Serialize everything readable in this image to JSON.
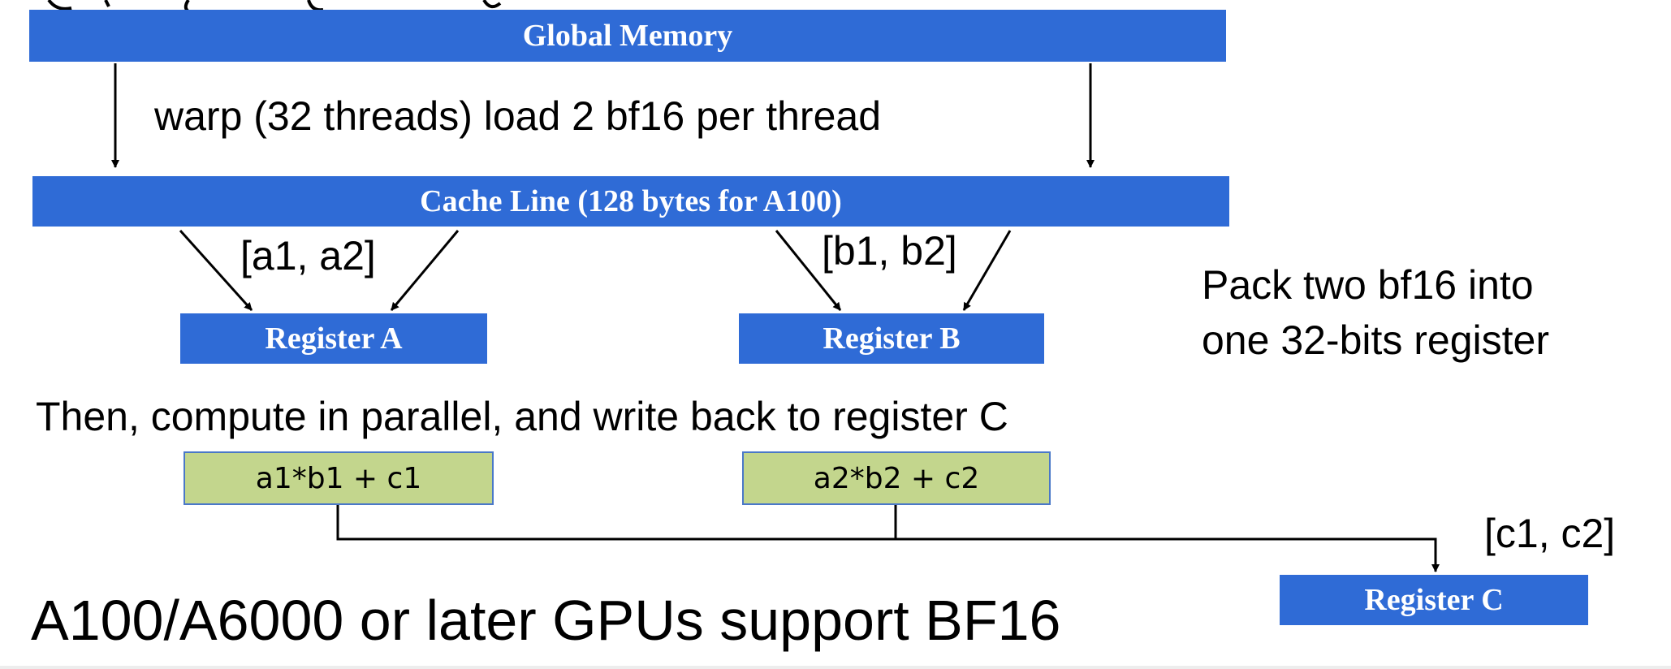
{
  "colors": {
    "bar_blue": "#2f6bd6",
    "op_green": "#c3d68d",
    "op_border": "#4a78c8",
    "arrow": "#000000"
  },
  "global_memory": {
    "label": "Global Memory"
  },
  "load_note": "warp (32 threads) load 2 bf16 per thread",
  "cache_line": {
    "label": "Cache Line (128 bytes for A100)"
  },
  "pair_a": "[a1, a2]",
  "pair_b": "[b1, b2]",
  "register_a": {
    "label": "Register A"
  },
  "register_b": {
    "label": "Register B"
  },
  "pack_note": {
    "line1": "Pack two bf16 into",
    "line2": "one 32-bits register"
  },
  "compute_note": "Then, compute in parallel, and write back to register C",
  "ops": [
    {
      "label": "a1*b1 + c1"
    },
    {
      "label": "a2*b2 + c2"
    }
  ],
  "pair_c": "[c1, c2]",
  "register_c": {
    "label": "Register C"
  },
  "footer": "A100/A6000 or later GPUs support BF16"
}
